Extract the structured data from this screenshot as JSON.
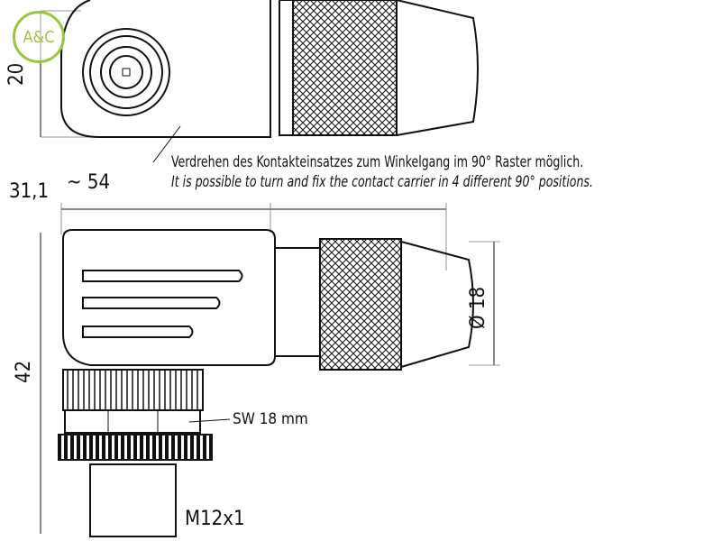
{
  "logo": {
    "text": "A&C",
    "color": "#9cc53a"
  },
  "notes": {
    "de": "Verdrehen des Kontakteinsatzes zum Winkelgang im 90° Raster möglich.",
    "en": "It is possible to turn and fix the contact carrier in 4 different 90° positions."
  },
  "dimensions": {
    "top_height": "20",
    "length_short": "31,1",
    "length_long": "~ 54",
    "height": "42",
    "diameter": "Ø 18",
    "wrench": "SW 18 mm",
    "thread": "M12x1"
  }
}
